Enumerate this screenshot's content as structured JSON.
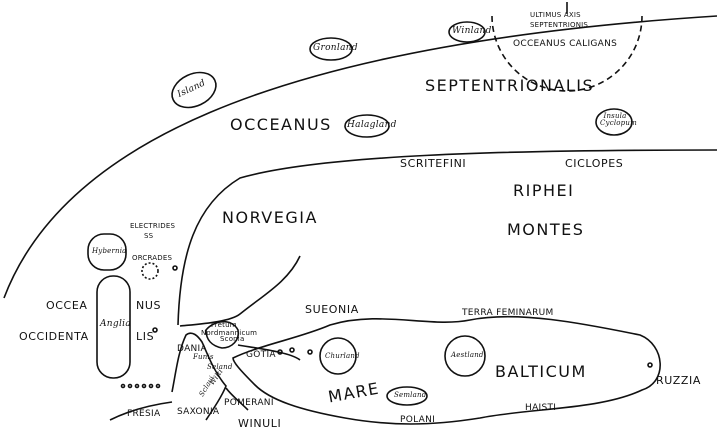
{
  "labels": {
    "ultimus_axis": "ULTIMUS AXIS",
    "septentrionis": "SEPTENTRIONIS",
    "oceanus_caligans": "OCCEANUS CALIGANS",
    "gronland": "Gronland",
    "winland": "Winland",
    "island": "Island",
    "halagland": "Halagland",
    "occeanus": "OCCEANUS",
    "septentrionalis": "SEPTENTRIONALIS",
    "insula_cyclopum": "Insula Cyclopum",
    "scritefini": "SCRITEFINI",
    "ciclopes": "CICLOPES",
    "riphei": "RIPHEI",
    "montes": "MONTES",
    "norvegia": "NORVEGIA",
    "electrides": "ELECTRIDES",
    "ss": "SS",
    "hybernia": "Hybernia",
    "orcrades": "ORCRADES",
    "occea": "OCCEA",
    "nus": "NUS",
    "occidenta": "OCCIDENTA",
    "lis": "LIS",
    "anglia": "Anglia",
    "sueonia": "SUEONIA",
    "terra_feminarum": "TERRA FEMINARUM",
    "fretum": "Fretum",
    "nordmannicum": "Nordmannicum",
    "sconia": "Sconia",
    "gotia": "GOTIA",
    "churland": "Churland",
    "aestland": "Aestland",
    "balticum": "BALTICUM",
    "ruzzia": "RUZZIA",
    "dania": "DANIA",
    "fune": "Funis",
    "seland": "Seland",
    "mare": "MARE",
    "semland": "Semland",
    "haisti": "HAISTI",
    "polani": "POLANI",
    "fresia": "FRESIA",
    "saxonia": "SAXONIA",
    "pomerani": "POMERANI",
    "winuli": "WINULI",
    "wilti": "Wilti",
    "sclavi": "Sclavi"
  }
}
